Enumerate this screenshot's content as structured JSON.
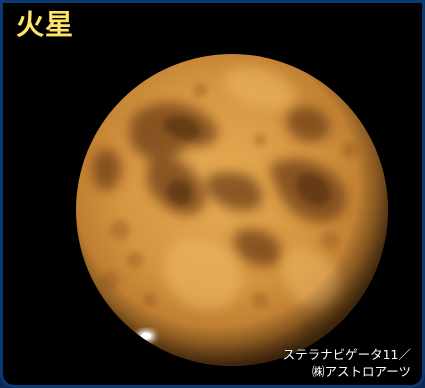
{
  "title": "火星",
  "credit": {
    "line1": "ステラナビゲータ11／",
    "line2": "㈱アストロアーツ"
  },
  "colors": {
    "background": "#000000",
    "title": "#ffe566",
    "credit": "#ffffff",
    "planet_light": "#e0a24a",
    "planet_mid": "#c98a3a",
    "planet_dark": "#6a3a16",
    "polar_cap": "#ffffff"
  }
}
